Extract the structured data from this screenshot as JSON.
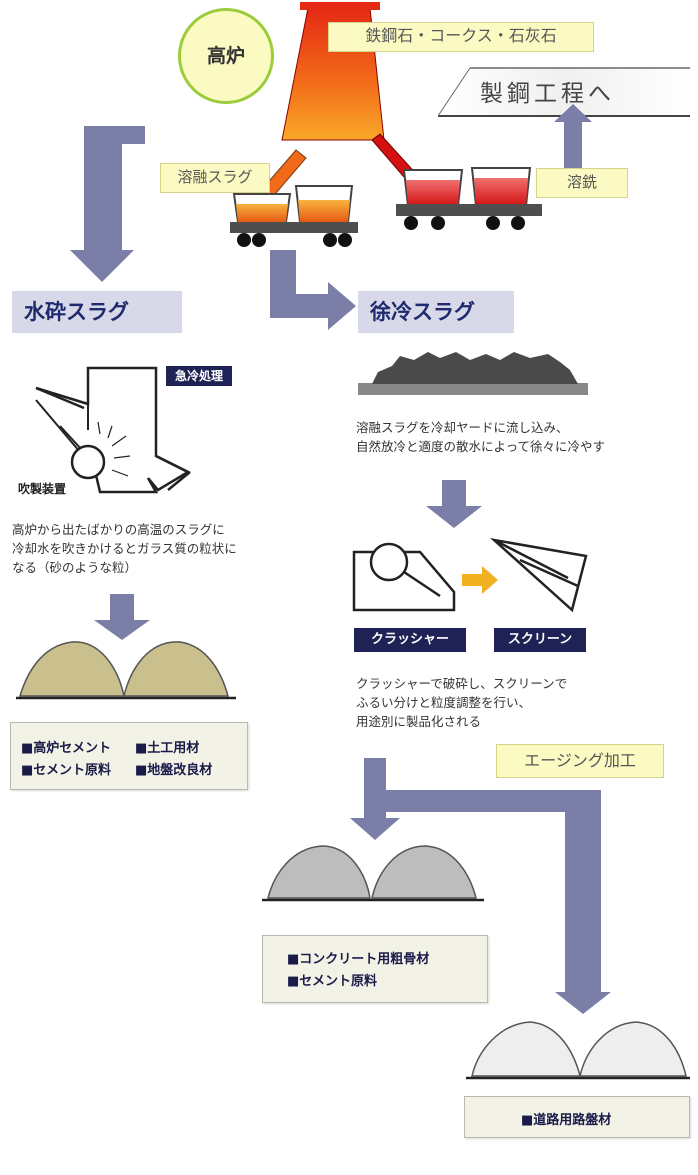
{
  "blast_furnace": {
    "label": "高炉"
  },
  "raw_materials": {
    "label": "鉄鋼石・コークス・石灰石"
  },
  "steelmaking": {
    "label": "製鋼工程へ"
  },
  "molten_slag": {
    "label": "溶融スラグ"
  },
  "molten_iron": {
    "label": "溶銑"
  },
  "granulated": {
    "title": "水砕スラグ",
    "quench_label": "急冷処理",
    "sprayer_label": "吹製装置",
    "description": [
      "高炉から出たばかりの高温のスラグに",
      "冷却水を吹きかけるとガラス質の粒状に",
      "なる（砂のような粒）"
    ],
    "products": [
      "■高炉セメント",
      "■土工用材",
      "■セメント原料",
      "■地盤改良材"
    ]
  },
  "air_cooled": {
    "title": "徐冷スラグ",
    "description": [
      "溶融スラグを冷却ヤードに流し込み、",
      "自然放冷と適度の散水によって徐々に冷やす"
    ],
    "crusher_label": "クラッシャー",
    "screen_label": "スクリーン",
    "process_description": [
      "クラッシャーで破砕し、スクリーンで",
      "ふるい分けと粒度調整を行い、",
      "用途別に製品化される"
    ],
    "aging_label": "エージング加工",
    "concrete_products": [
      "■コンクリート用粗骨材",
      "■セメント原料"
    ],
    "road_products": [
      "■道路用路盤材"
    ]
  },
  "colors": {
    "arrow": "#7b7fa8",
    "label_bg": "#fbfac2",
    "section_bg": "#d8d9e8",
    "dark_box": "#1f2255",
    "furnace_red": "#d51010",
    "molten_orange": "#f06a1a",
    "sand_tan": "#c9c08e",
    "aggregate_gray": "#bdbdbd",
    "roadbed_white": "#eeeeee"
  }
}
